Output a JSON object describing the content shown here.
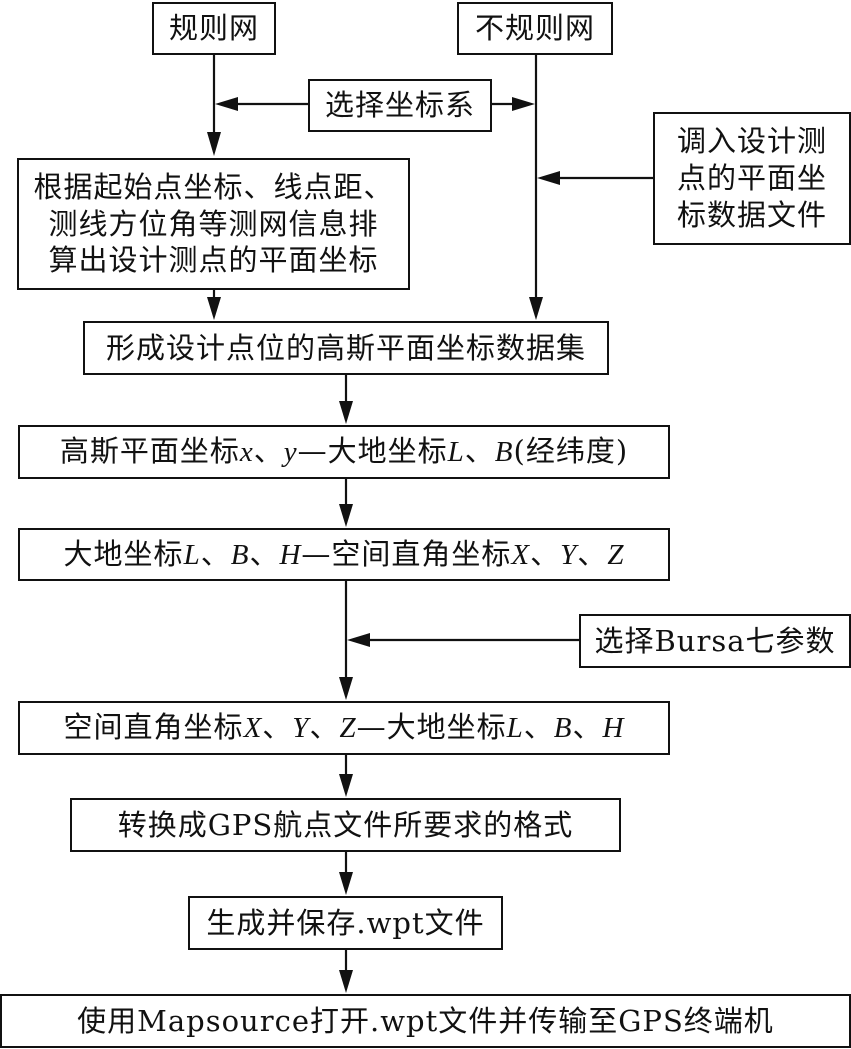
{
  "title": "GPS waypoint file generation flowchart",
  "nodes": {
    "regular_grid": "规则网",
    "irregular_grid": "不规则网",
    "select_coord_system": "选择坐标系",
    "import_design_points": "调入设计测\n点的平面坐\n标数据文件",
    "calc_plane_coords": "根据起始点坐标、线点距、\n测线方位角等测网信息排\n算出设计测点的平面坐标",
    "form_dataset": "形成设计点位的高斯平面坐标数据集",
    "gauss_to_geodetic": {
      "prefix": "高斯平面坐标",
      "v1": "x",
      "sep1": "、",
      "v2": "y",
      "mid": "—大地坐标",
      "v3": "L",
      "sep2": "、",
      "v4": "B",
      "suffix": "(经纬度)"
    },
    "geodetic_to_xyz": {
      "prefix": "大地坐标",
      "v1": "L",
      "sep1": "、",
      "v2": "B",
      "sep2": "、",
      "v3": "H",
      "mid": "—空间直角坐标",
      "v4": "X",
      "sep3": "、",
      "v5": "Y",
      "sep4": "、",
      "v6": "Z"
    },
    "select_bursa": "选择Bursa七参数",
    "xyz_to_geodetic": {
      "prefix": "空间直角坐标",
      "v1": "X",
      "sep1": "、",
      "v2": "Y",
      "sep2": "、",
      "v3": "Z",
      "mid": "—大地坐标",
      "v4": "L",
      "sep3": "、",
      "v5": "B",
      "sep4": "、",
      "v6": "H"
    },
    "convert_gps_format": "转换成GPS航点文件所要求的格式",
    "save_wpt": "生成并保存.wpt文件",
    "transfer_to_gps": "使用Mapsource打开.wpt文件并传输至GPS终端机"
  },
  "edges": [
    {
      "from": "regular_grid",
      "to": "calc_plane_coords"
    },
    {
      "from": "select_coord_system",
      "to": "regular_grid_branch"
    },
    {
      "from": "select_coord_system",
      "to": "irregular_grid_branch"
    },
    {
      "from": "irregular_grid",
      "to": "form_dataset"
    },
    {
      "from": "import_design_points",
      "to": "irregular_grid_branch"
    },
    {
      "from": "calc_plane_coords",
      "to": "form_dataset"
    },
    {
      "from": "form_dataset",
      "to": "gauss_to_geodetic"
    },
    {
      "from": "gauss_to_geodetic",
      "to": "geodetic_to_xyz"
    },
    {
      "from": "geodetic_to_xyz",
      "to": "xyz_to_geodetic"
    },
    {
      "from": "select_bursa",
      "to": "main_branch"
    },
    {
      "from": "xyz_to_geodetic",
      "to": "convert_gps_format"
    },
    {
      "from": "convert_gps_format",
      "to": "save_wpt"
    },
    {
      "from": "save_wpt",
      "to": "transfer_to_gps"
    }
  ]
}
